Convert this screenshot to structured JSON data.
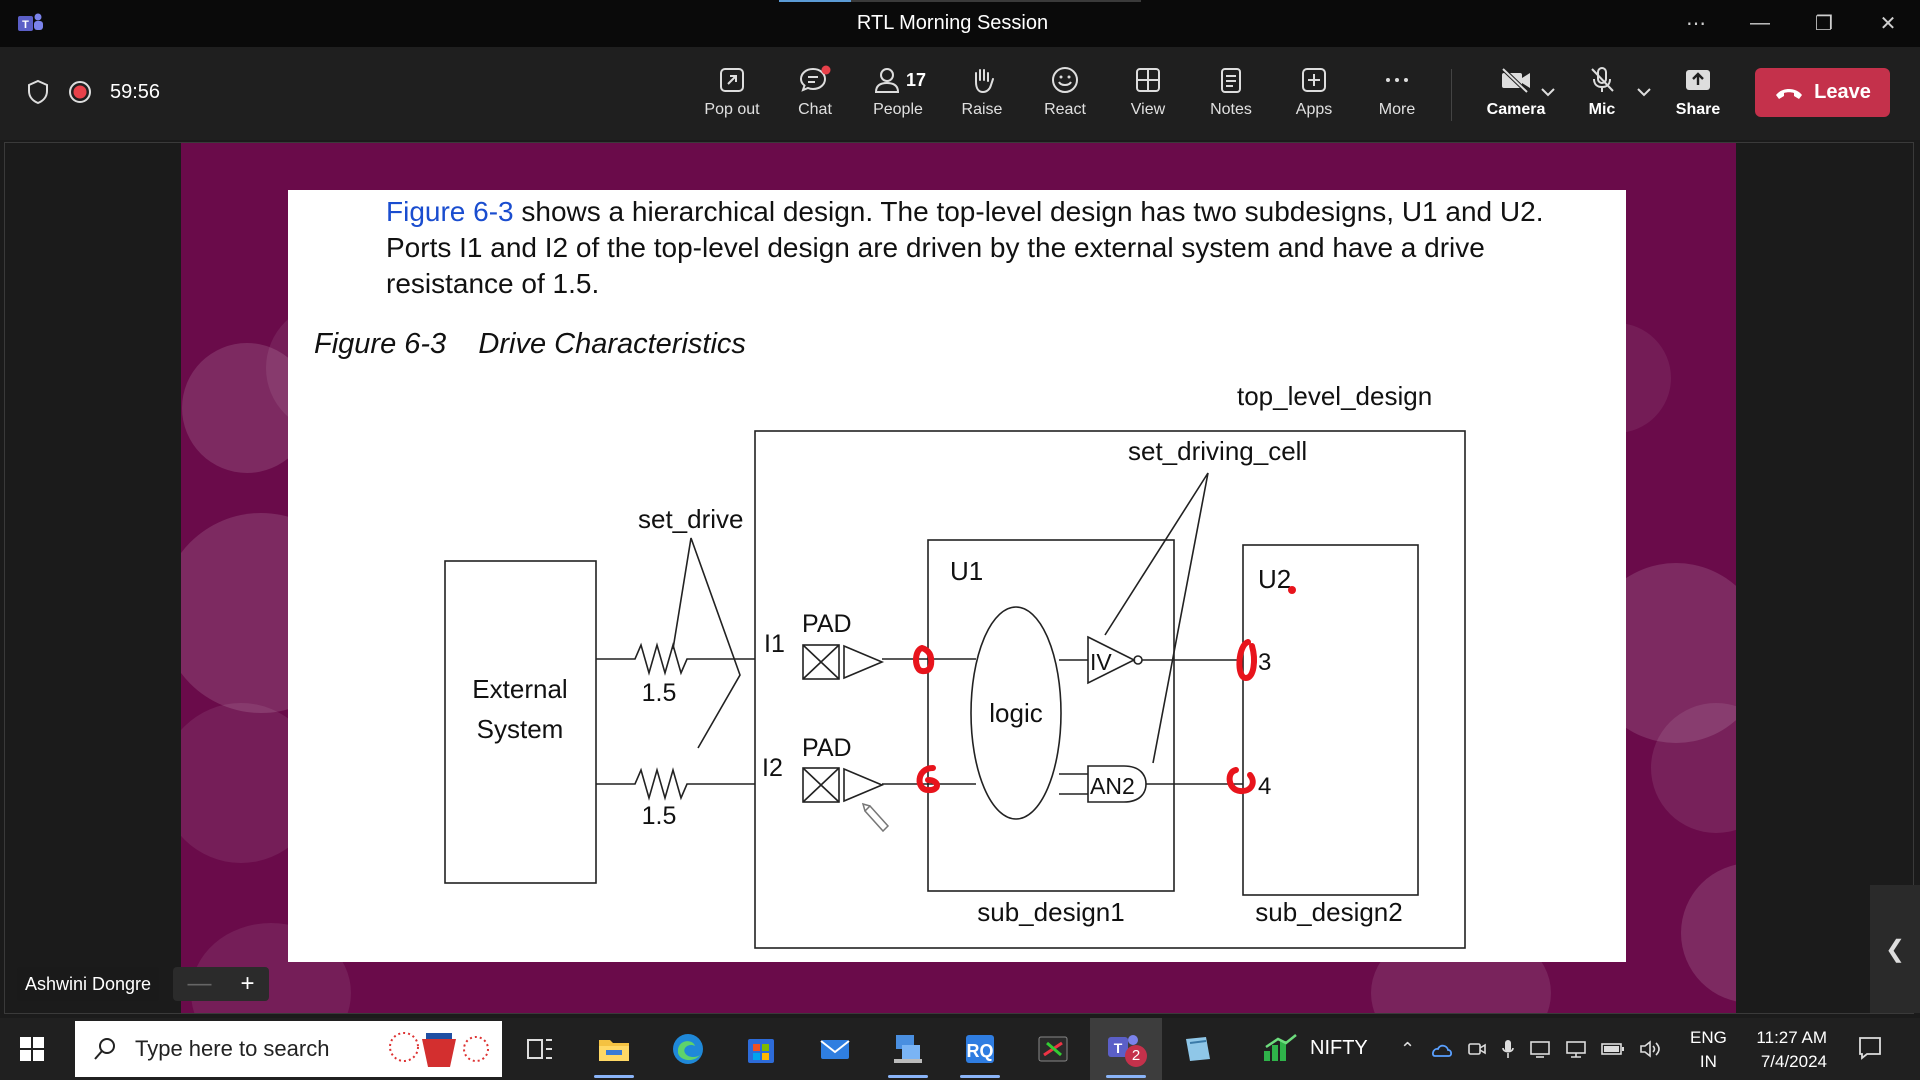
{
  "window": {
    "title": "RTL Morning Session",
    "controls": [
      "⋯",
      "—",
      "❐",
      "✕"
    ]
  },
  "meeting": {
    "timer": "59:56",
    "toolbar": [
      {
        "label": "Pop out",
        "icon": "popout-icon"
      },
      {
        "label": "Chat",
        "icon": "chat-icon"
      },
      {
        "label": "People",
        "icon": "people-icon",
        "count": "17"
      },
      {
        "label": "Raise",
        "icon": "raise-hand-icon"
      },
      {
        "label": "React",
        "icon": "react-icon"
      },
      {
        "label": "View",
        "icon": "view-icon"
      },
      {
        "label": "Notes",
        "icon": "notes-icon"
      },
      {
        "label": "Apps",
        "icon": "apps-icon"
      },
      {
        "label": "More",
        "icon": "more-icon"
      },
      {
        "label": "Camera",
        "icon": "camera-off-icon"
      },
      {
        "label": "Mic",
        "icon": "mic-off-icon"
      },
      {
        "label": "Share",
        "icon": "share-icon"
      }
    ],
    "leave_label": "Leave",
    "leave_color": "#c4314b"
  },
  "slide": {
    "paragraph_link": "Figure 6-3",
    "paragraph_rest": " shows a hierarchical design. The top-level design has two subdesigns, U1 and U2. Ports I1 and I2 of the top-level design are driven by the external system and have a drive resistance of 1.5.",
    "figure_number": "Figure 6-3",
    "figure_caption": "Drive Characteristics",
    "diagram": {
      "top_label": "top_level_design",
      "set_driving_cell": "set_driving_cell",
      "set_drive": "set_drive",
      "external": [
        "External",
        "System"
      ],
      "r1": "1.5",
      "r2": "1.5",
      "port1": "I1",
      "port2": "I2",
      "pad1": "PAD",
      "pad2": "PAD",
      "u1": "U1",
      "u2": "U2",
      "logic": "logic",
      "iv": "IV",
      "an2": "AN2",
      "pin3": "3",
      "pin4": "4",
      "sub1": "sub_design1",
      "sub2": "sub_design2"
    },
    "annotation_color": "#e8141c"
  },
  "presenter": {
    "name": "Ashwini Dongre",
    "zoom_minus": "—",
    "zoom_plus": "+"
  },
  "taskbar": {
    "search_placeholder": "Type here to search",
    "nifty_label": "NIFTY",
    "teams_badge": "2",
    "lang_line1": "ENG",
    "lang_line2": "IN",
    "time": "11:27 AM",
    "date": "7/4/2024"
  }
}
